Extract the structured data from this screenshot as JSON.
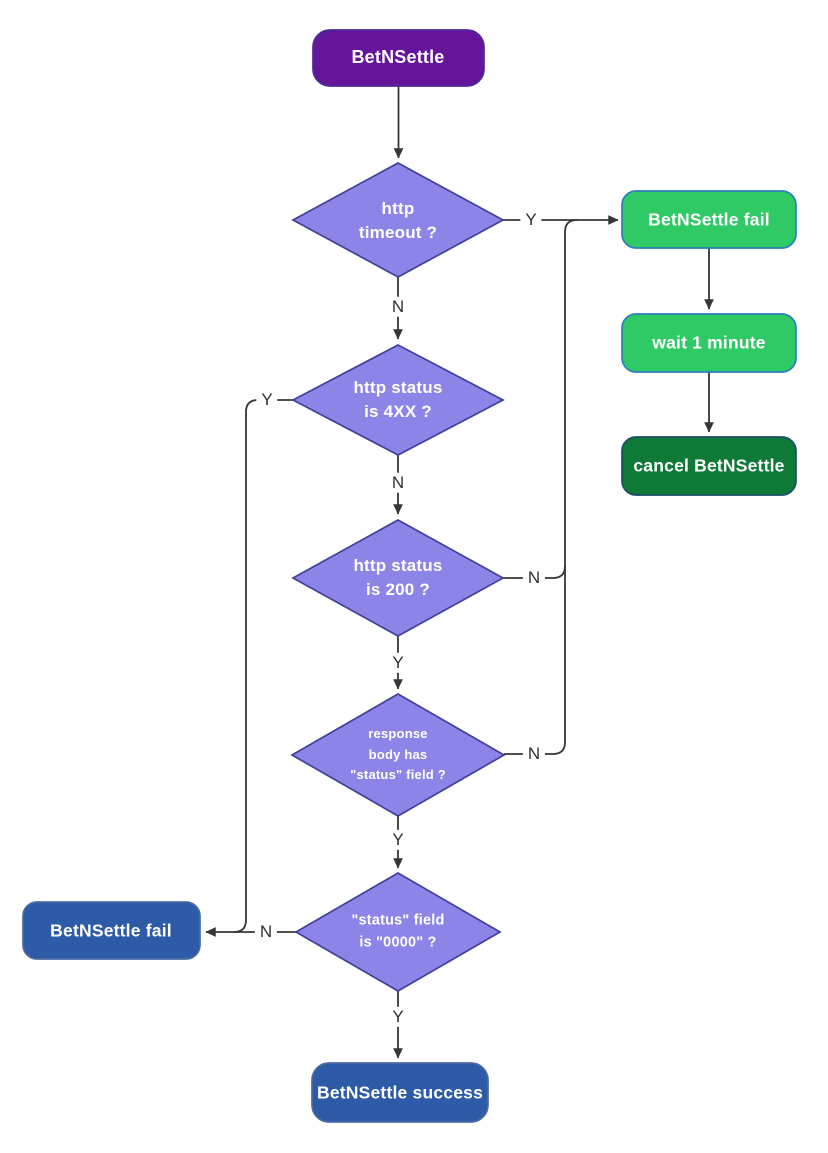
{
  "nodes": {
    "start": {
      "label": "BetNSettle"
    },
    "decision_timeout": {
      "lines": [
        "http",
        "timeout ?"
      ]
    },
    "fail_right": {
      "label": "BetNSettle fail"
    },
    "wait_minute": {
      "label": "wait 1 minute"
    },
    "cancel": {
      "label": "cancel BetNSettle"
    },
    "decision_4xx": {
      "lines": [
        "http status",
        "is 4XX ?"
      ]
    },
    "decision_200": {
      "lines": [
        "http status",
        "is 200 ?"
      ]
    },
    "decision_body": {
      "lines": [
        "response",
        "body has",
        "\"status\" field ?"
      ]
    },
    "decision_0000": {
      "lines": [
        "\"status\" field",
        "is \"0000\" ?"
      ]
    },
    "fail_left": {
      "label": "BetNSettle fail"
    },
    "success": {
      "label": "BetNSettle success"
    }
  },
  "edge_labels": {
    "timeout_yes": "Y",
    "timeout_no": "N",
    "s4xx_yes": "Y",
    "s4xx_no": "N",
    "s200_no": "N",
    "s200_yes": "Y",
    "body_no": "N",
    "body_yes": "Y",
    "s0000_no": "N",
    "s0000_yes": "Y"
  },
  "colors": {
    "start_fill": "#661499",
    "start_stroke": "#4b2a9b",
    "decision_fill": "#8d84e8",
    "decision_stroke": "#414099",
    "green_fill": "#2fc966",
    "green_stroke": "#2b7fbf",
    "darkgreen_fill": "#0f7a38",
    "darkgreen_stroke": "#1d4e66",
    "blue_fill": "#2d5ba8",
    "blue_stroke": "#4d6ba0",
    "edge": "#363636",
    "label_text": "#2f2f2f",
    "node_text": "#ffffff"
  }
}
